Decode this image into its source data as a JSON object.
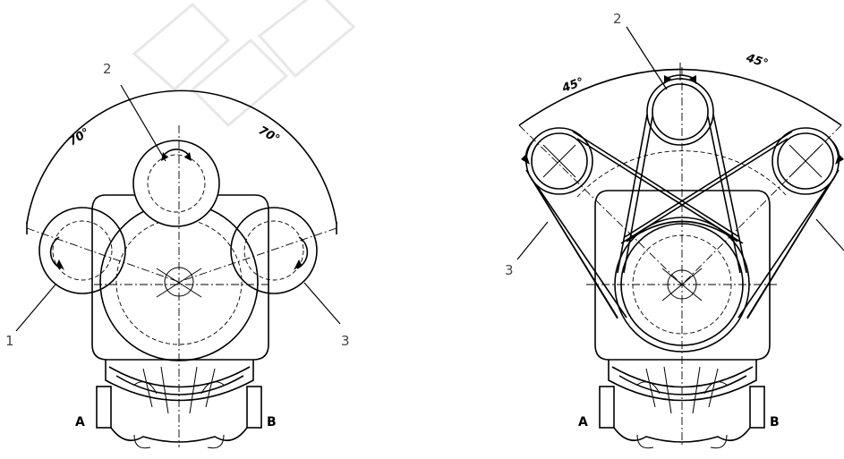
{
  "left_view": {
    "angle_left": "70°",
    "angle_right": "70°",
    "labels": {
      "one": "1",
      "two": "2",
      "three": "3"
    },
    "side_a": "A",
    "side_b": "B"
  },
  "right_view": {
    "angle_left": "45°",
    "angle_right": "45°",
    "labels": {
      "two": "2",
      "three": "3"
    },
    "side_a": "A",
    "side_b": "B"
  }
}
